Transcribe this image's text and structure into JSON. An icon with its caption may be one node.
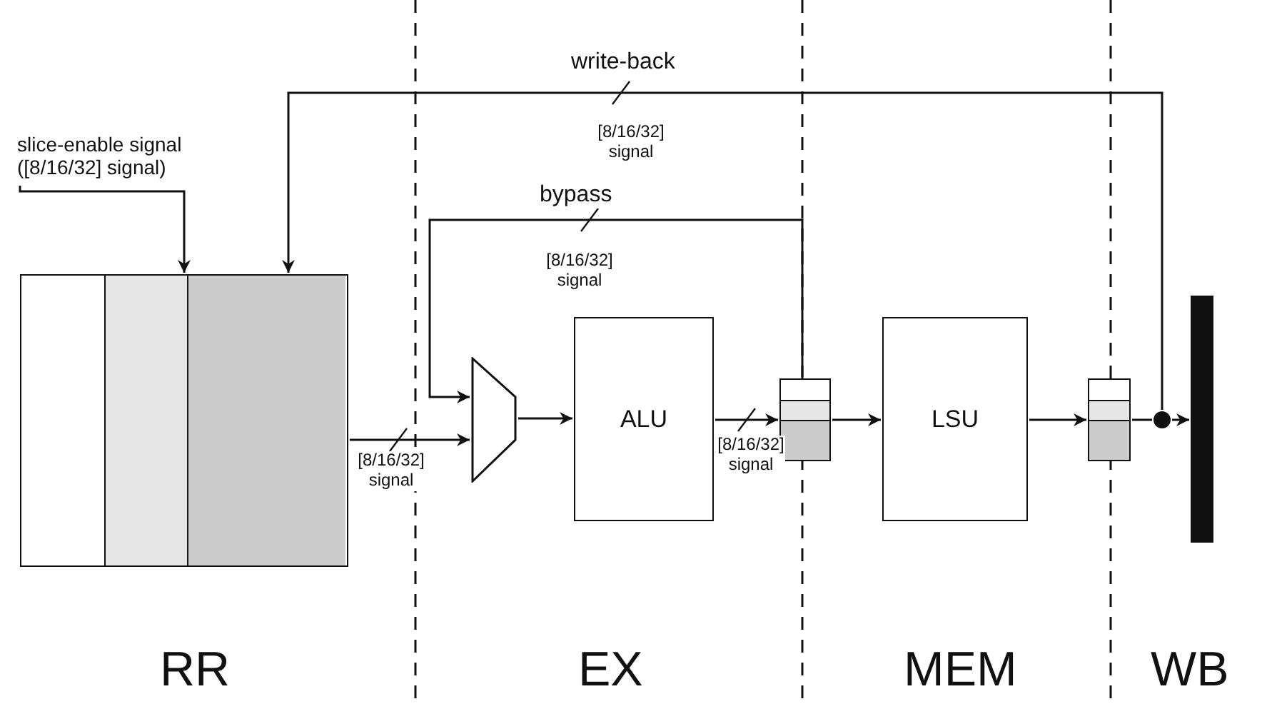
{
  "diagram": {
    "nodes": [
      {
        "text": [],
        "shape": "box"
      },
      {
        "text": [],
        "shape": "trapezoid"
      },
      {
        "text": [
          "ALU"
        ]
      },
      {
        "text": [],
        "shape": "box"
      },
      {
        "text": [
          "LSU"
        ]
      },
      {
        "text": [],
        "shape": "box"
      },
      {
        "text": [],
        "shape": "circle"
      },
      {
        "text": [],
        "shape": "bar"
      },
      {
        "text": [
          "slice-enable signal ([8/16/32] signal)"
        ]
      }
    ],
    "edges": [
      {
        "from": 8,
        "to": 0,
        "arrow": "to"
      },
      {
        "from": 0,
        "to": 1,
        "arrow": "to",
        "label": "[8/16/32] signal"
      },
      {
        "from": 1,
        "to": 2,
        "arrow": "to"
      },
      {
        "from": 2,
        "to": 3,
        "arrow": "to",
        "label": "[8/16/32] signal"
      },
      {
        "from": 3,
        "to": 4,
        "arrow": "to"
      },
      {
        "from": 4,
        "to": 5,
        "arrow": "to"
      },
      {
        "from": 5,
        "to": 6,
        "arrow": "none"
      },
      {
        "from": 6,
        "to": 7,
        "arrow": "to"
      },
      {
        "from": 6,
        "to": 0,
        "arrow": "to",
        "label": "write-back"
      },
      {
        "from": 3,
        "to": 1,
        "arrow": "to",
        "label": "bypass"
      }
    ],
    "labels": [
      "[8/16/32] signal",
      "[8/16/32] signal",
      "RR",
      "EX",
      "MEM",
      "WB"
    ]
  }
}
